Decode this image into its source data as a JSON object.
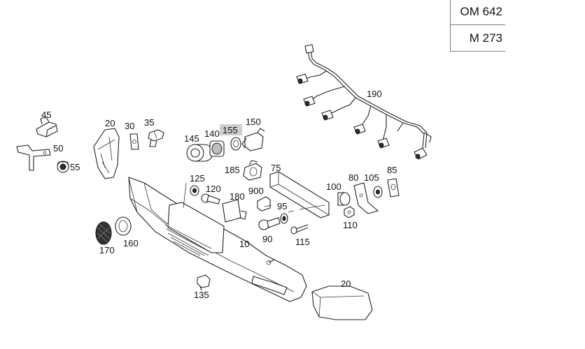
{
  "engine_codes": [
    "OM 642",
    "M 273"
  ],
  "part_labels": {
    "p45": "45",
    "p50": "50",
    "p55": "55",
    "p20a": "20",
    "p30": "30",
    "p35": "35",
    "p145": "145",
    "p140": "140",
    "p155": "155",
    "p150": "150",
    "p185": "185",
    "p75": "75",
    "p80": "80",
    "p105": "105",
    "p85": "85",
    "p100": "100",
    "p110": "110",
    "p125": "125",
    "p120": "120",
    "p180": "180",
    "p900": "900",
    "p95": "95",
    "p90": "90",
    "p115": "115",
    "p10": "10",
    "p170": "170",
    "p160": "160",
    "p135": "135",
    "p20b": "20",
    "p190": "190"
  }
}
